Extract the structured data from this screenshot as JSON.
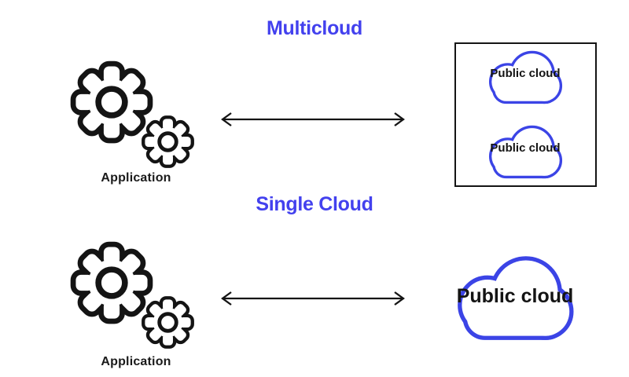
{
  "colors": {
    "title_blue": "#4341ee",
    "cloud_outline_blue": "#3b44e6",
    "ink_black": "#141414"
  },
  "icons": {
    "application": "gears-icon",
    "cloud": "cloud-icon",
    "link": "bidirectional-arrow-icon"
  },
  "sections": [
    {
      "id": "multicloud",
      "title": "Multicloud",
      "application_label": "Application",
      "clouds": [
        "Public cloud",
        "Public cloud"
      ]
    },
    {
      "id": "single-cloud",
      "title": "Single Cloud",
      "application_label": "Application",
      "clouds": [
        "Public cloud"
      ]
    }
  ]
}
